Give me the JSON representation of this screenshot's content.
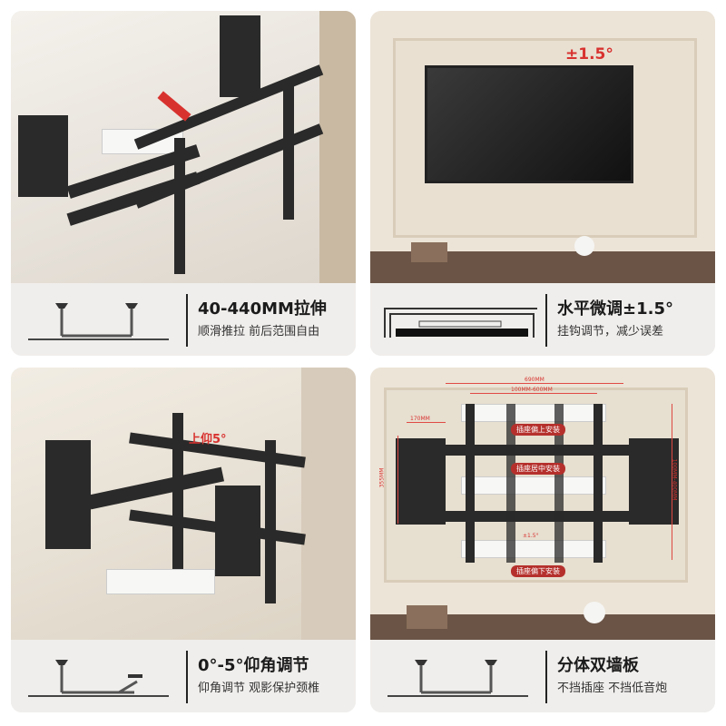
{
  "panels": [
    {
      "title": "40-440MM拉伸",
      "subtitle": "顺滑推拉 前后范围自由"
    },
    {
      "title": "水平微调±1.5°",
      "subtitle": "挂钩调节，减少误差",
      "angle_label": "±1.5°"
    },
    {
      "title": "0°-5°仰角调节",
      "subtitle": "仰角调节 观影保护颈椎",
      "angle_label": "上仰5°"
    },
    {
      "title": "分体双墙板",
      "subtitle": "不挡插座 不挡低音炮",
      "dimensions": {
        "width": "690MM",
        "vesa_width": "100MM-600MM",
        "offset": "170MM",
        "plate_height": "355MM",
        "vesa_height": "100MM-400MM",
        "level": "±1.5°"
      },
      "tags": [
        "插座偏上安装",
        "插座居中安装",
        "插座偏下安装"
      ]
    }
  ],
  "colors": {
    "accent": "#d8322f",
    "caption_bg": "#f0eeec",
    "mount": "#2a2a2a"
  }
}
